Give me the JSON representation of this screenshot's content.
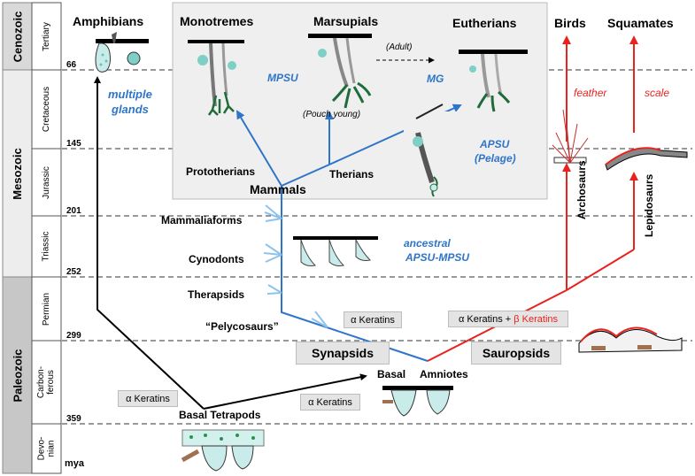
{
  "timescale": {
    "eras": [
      {
        "name": "Cenozoic",
        "color": "#d9d9d9"
      },
      {
        "name": "Mesozoic",
        "color": "#ededed"
      },
      {
        "name": "Paleozoic",
        "color": "#c7c7c7"
      }
    ],
    "periods": [
      "Tertiary",
      "Cretaceous",
      "Jurassic",
      "Triassic",
      "Permian",
      "Carbon-\nferous",
      "Devo-\nnian"
    ],
    "ages": [
      "66",
      "145",
      "201",
      "252",
      "299",
      "359"
    ],
    "unit": "mya"
  },
  "groups": {
    "amphibians": "Amphibians",
    "monotremes": "Monotremes",
    "marsupials": "Marsupials",
    "eutherians": "Eutherians",
    "birds": "Birds",
    "squamates": "Squamates",
    "prototherians": "Prototherians",
    "therians": "Therians",
    "mammals": "Mammals",
    "mammaliaforms": "Mammaliaforms",
    "cynodonts": "Cynodonts",
    "therapsids": "Therapsids",
    "pelycosaurs": "“Pelycosaurs”",
    "basal_amniotes_1": "Basal",
    "basal_amniotes_2": "Amniotes",
    "basal_tetrapods": "Basal Tetrapods",
    "archosaurs": "Archosaurs",
    "lepidosaurs": "Lepidosaurs",
    "synapsids": "Synapsids",
    "sauropsids": "Sauropsids"
  },
  "annotations": {
    "multiple_glands_1": "multiple",
    "multiple_glands_2": "glands",
    "mpsu": "MPSU",
    "mg": "MG",
    "apsu_1": "APSU",
    "apsu_2": "(Pelage)",
    "adult": "(Adult)",
    "pouch_young": "(Pouch young)",
    "ancestral_1": "ancestral",
    "ancestral_2": "APSU-MPSU",
    "feather": "feather",
    "scale": "scale"
  },
  "keratin_boxes": {
    "alpha_left": "α Keratins",
    "alpha_mid": "α Keratins",
    "alpha_synapsid": "α Keratins",
    "alpha_beta_prefix": "α Keratins + ",
    "beta": "β Keratins"
  },
  "colors": {
    "mammal_lineage": "#2e75c9",
    "reptile_lineage": "#e8231e",
    "base_lineage": "#000000",
    "gland_green": "#1f6b3a",
    "gland_cyan": "#7ecfc6",
    "panel_bg": "#efefef"
  }
}
